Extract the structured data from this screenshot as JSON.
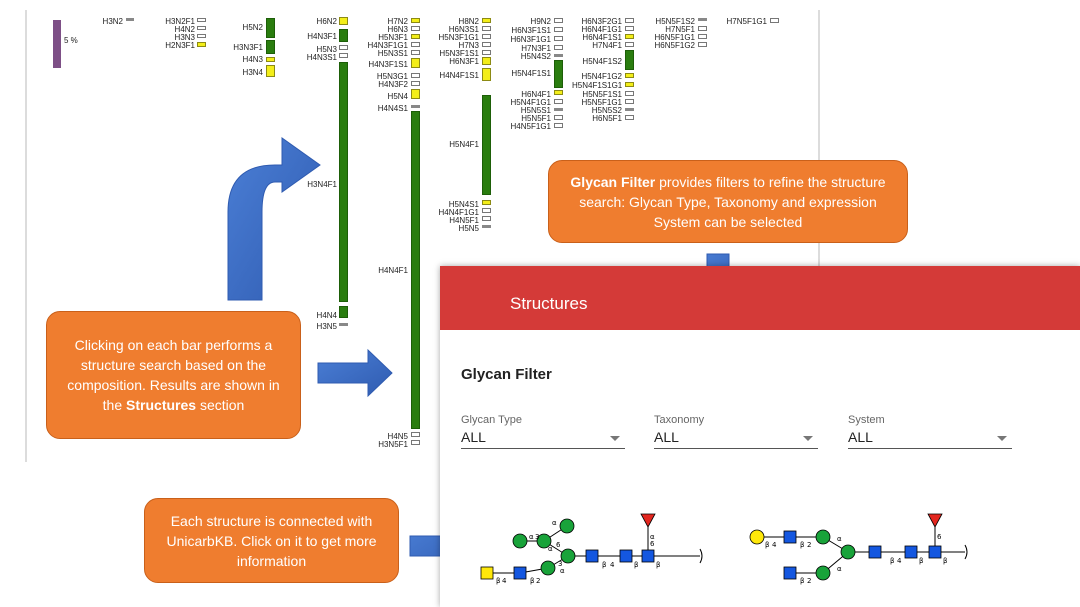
{
  "chart": {
    "percent_label": "5 %",
    "bar_labels": [
      "H3N2",
      "H3N2F1",
      "H4N2",
      "H3N3",
      "H2N3F1",
      "H5N2",
      "H3N3F1",
      "H4N3",
      "H3N4",
      "H6N2",
      "H4N3F1",
      "H5N3",
      "H4N3S1",
      "H3N4F1",
      "H4N4",
      "H3N5",
      "H7N2",
      "H6N3",
      "H5N3F1",
      "H4N3F1G1",
      "H5N3S1",
      "H4N3F1S1",
      "H5N3G1",
      "H4N3F2",
      "H5N4",
      "H4N4S1",
      "H4N4F1",
      "H4N5",
      "H3N5F1",
      "H8N2",
      "H6N3S1",
      "H5N3F1G1",
      "H7N3",
      "H5N3F1S1",
      "H6N3F1",
      "H4N4F1S1",
      "H5N4F1",
      "H5N4S1",
      "H4N4F1G1",
      "H4N5F1",
      "H5N5",
      "H9N2",
      "H6N3F1S1",
      "H6N3F1G1",
      "H7N3F1",
      "H5N4S2",
      "H5N4F1S1",
      "H6N4F1",
      "H5N4F1G1",
      "H5N5S1",
      "H5N5F1",
      "H4N5F1G1",
      "H6N3F2G1",
      "H6N4F1G1",
      "H6N4F1S1",
      "H7N4F1",
      "H5N4F1S2",
      "H5N4F1G2",
      "H5N4F1S1G1",
      "H5N5F1S1",
      "H5N5F1G1",
      "H5N5S2",
      "H6N5F1",
      "H5N5F1S2",
      "H7N5F1",
      "H6N5F1G1",
      "H6N5F1G2",
      "H7N5F1G1"
    ]
  },
  "callouts": {
    "glycan_filter_bold": "Glycan Filter",
    "glycan_filter_text": " provides filters to refine the structure search:  Glycan Type, Taxonomy and expression System can be selected",
    "bars_text": "Clicking on each bar performs a structure search based on the composition. Results are shown in the ",
    "bars_bold": "Structures",
    "bars_tail": " section",
    "unicarb_text": "Each structure is connected with UnicarbKB. Click on it to get more information"
  },
  "structures_panel": {
    "title": "Structures",
    "filter_title": "Glycan Filter",
    "filters": [
      {
        "label": "Glycan Type",
        "value": "ALL"
      },
      {
        "label": "Taxonomy",
        "value": "ALL"
      },
      {
        "label": "System",
        "value": "ALL"
      }
    ]
  },
  "glycan_links": {
    "alpha": "α",
    "beta": "β",
    "n2": "2",
    "n3": "3",
    "n4": "4",
    "n6": "6"
  },
  "colors": {
    "callout_orange": "#ef7d2f",
    "arrow_blue": "#3f6fc4",
    "header_red": "#d43a38",
    "bar_green": "#2a7d0f",
    "bar_yellow": "#f3ee19",
    "bar_purple": "#7d4f86",
    "glcnac_blue": "#1457e0",
    "mannose_green": "#19a33a",
    "galactose_yellow": "#ffe80a",
    "fucose_red": "#e3261f"
  }
}
